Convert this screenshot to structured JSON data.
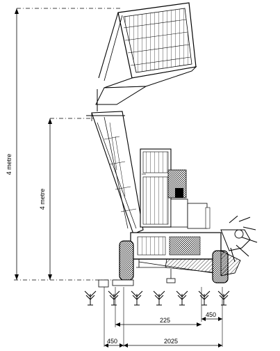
{
  "dimensions": {
    "overall_height": "4 metre",
    "inner_height": "4 metre",
    "row_spacing": "225",
    "end_offset": "450",
    "bottom_left": "450",
    "bottom_total": "2025"
  },
  "colors": {
    "line": "#000000",
    "background": "#ffffff"
  }
}
